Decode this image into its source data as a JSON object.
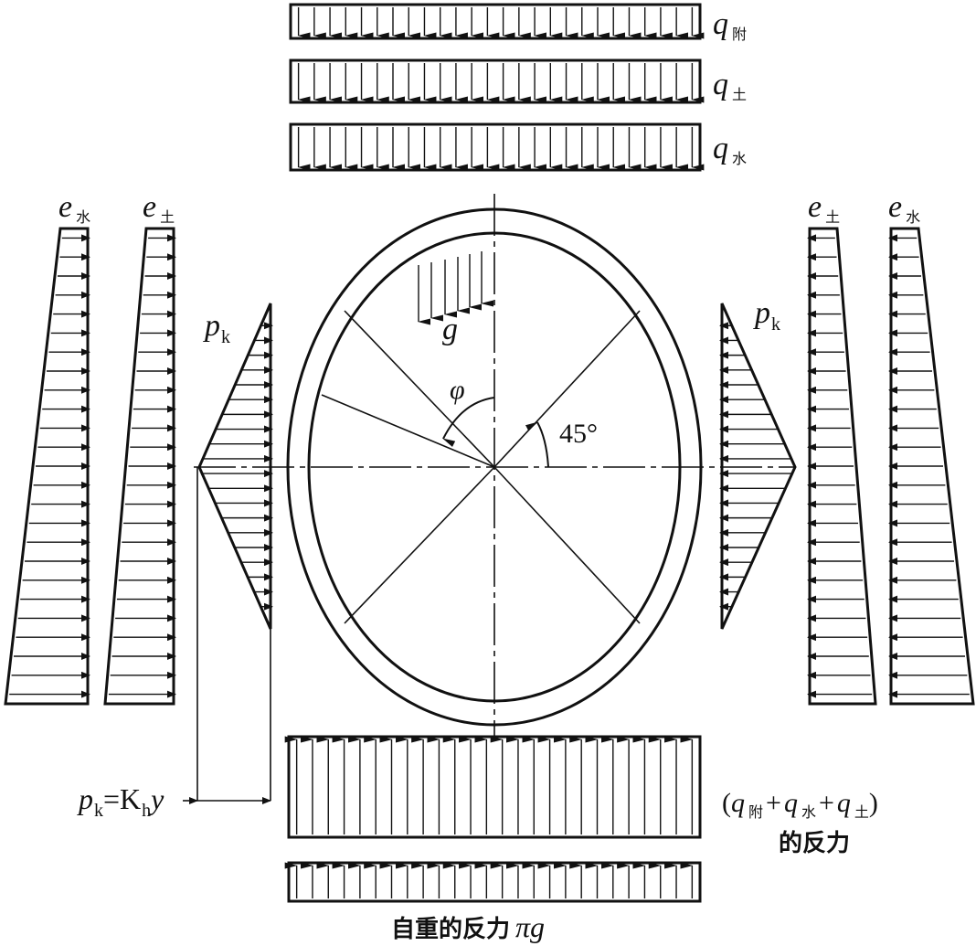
{
  "labels": {
    "q_top1": {
      "sym": "q",
      "sub": "附"
    },
    "q_top2": {
      "sym": "q",
      "sub": "土"
    },
    "q_top3": {
      "sym": "q",
      "sub": "水"
    },
    "e_water_left": {
      "sym": "e",
      "sub": "水"
    },
    "e_soil_left": {
      "sym": "e",
      "sub": "土"
    },
    "e_soil_right": {
      "sym": "e",
      "sub": "土"
    },
    "e_water_right": {
      "sym": "e",
      "sub": "水"
    },
    "pk_left": {
      "sym": "p",
      "sub": "k"
    },
    "pk_right": {
      "sym": "p",
      "sub": "k"
    },
    "g": "g",
    "phi": "φ",
    "angle": "45°",
    "pk_formula": {
      "p": "p",
      "k": "k",
      "eq": "=K",
      "h": "h",
      "y": "y"
    },
    "reaction_sum": {
      "open": "(",
      "q1": "q",
      "s1": "附",
      "plus1": "+",
      "q2": "q",
      "s2": "水",
      "plus2": "+",
      "q3": "q",
      "s3": "土",
      "close": ")"
    },
    "reaction_text": "的反力",
    "selfweight_text": "自重的反力",
    "selfweight_sym": "πg"
  }
}
